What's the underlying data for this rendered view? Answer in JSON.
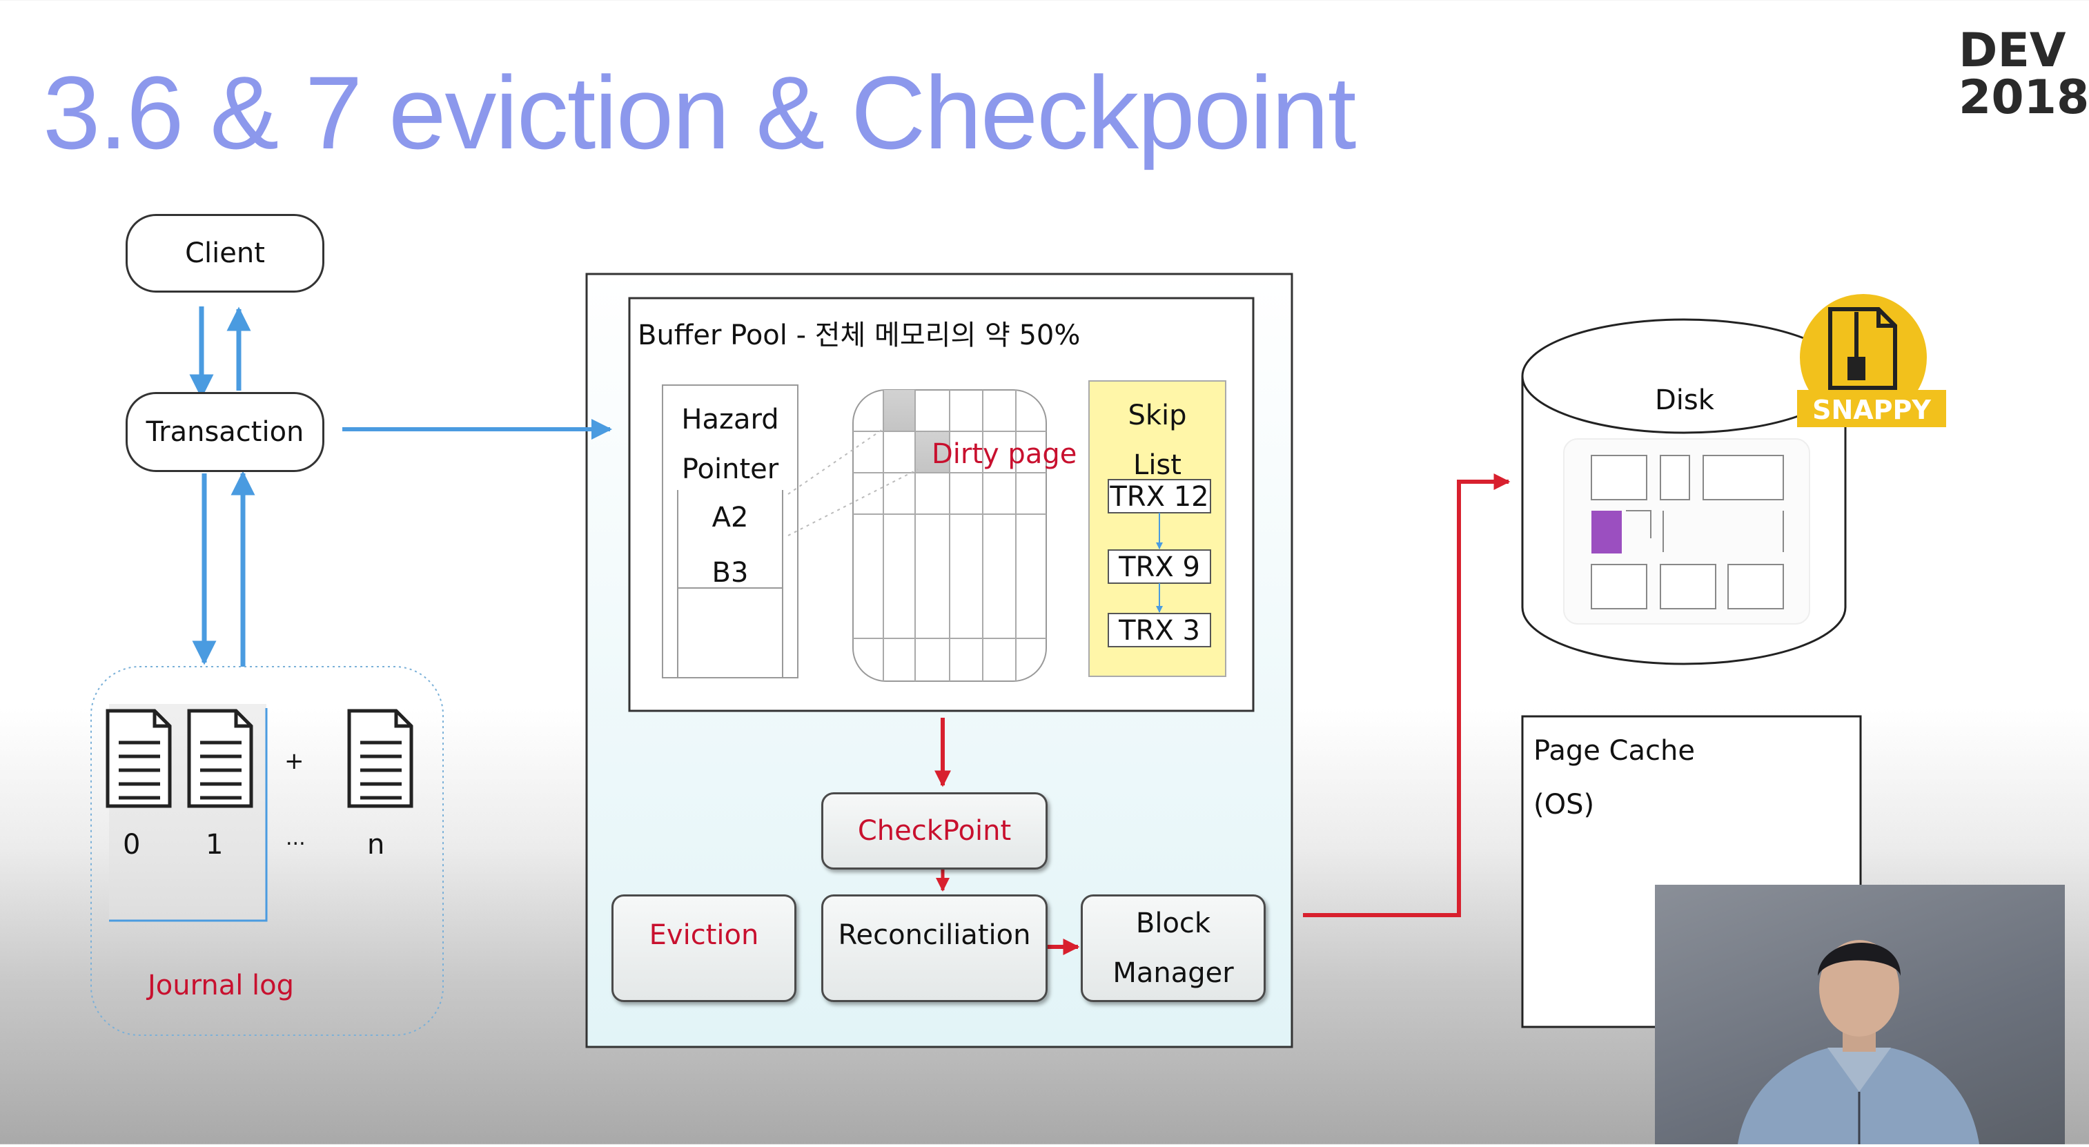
{
  "slide": {
    "title": "3.6 & 7 eviction  & Checkpoint",
    "brand_line1": "DEV",
    "brand_line2": "2018"
  },
  "client": {
    "label": "Client"
  },
  "transaction": {
    "label": "Transaction"
  },
  "journal": {
    "label": "Journal log",
    "plus": "+",
    "files": [
      "0",
      "1",
      "n"
    ],
    "ellipsis": "..."
  },
  "buffer_pool": {
    "title": "Buffer Pool - 전체 메모리의  약 50%",
    "hazard": {
      "line1": "Hazard",
      "line2": "Pointer",
      "entries": [
        "A2",
        "B3"
      ]
    },
    "dirty_page_label": "Dirty page",
    "skip_list": {
      "line1": "Skip",
      "line2": "List",
      "entries": [
        "TRX 12",
        "TRX 9",
        "TRX 3"
      ]
    }
  },
  "components": {
    "checkpoint": "CheckPoint",
    "eviction": "Eviction",
    "reconciliation": "Reconciliation",
    "block_manager_line1": "Block",
    "block_manager_line2": "Manager"
  },
  "disk": {
    "label": "Disk",
    "badge": "SNAPPY"
  },
  "page_cache": {
    "line1": "Page Cache",
    "line2": "(OS)"
  },
  "colors": {
    "title": "#8c98ec",
    "blue_arrow": "#4a9be0",
    "red_arrow": "#d8202e",
    "skip_list_bg": "#fff6a8",
    "snappy_gold": "#f2c11c",
    "disk_block_purple": "#9b4fc0"
  }
}
